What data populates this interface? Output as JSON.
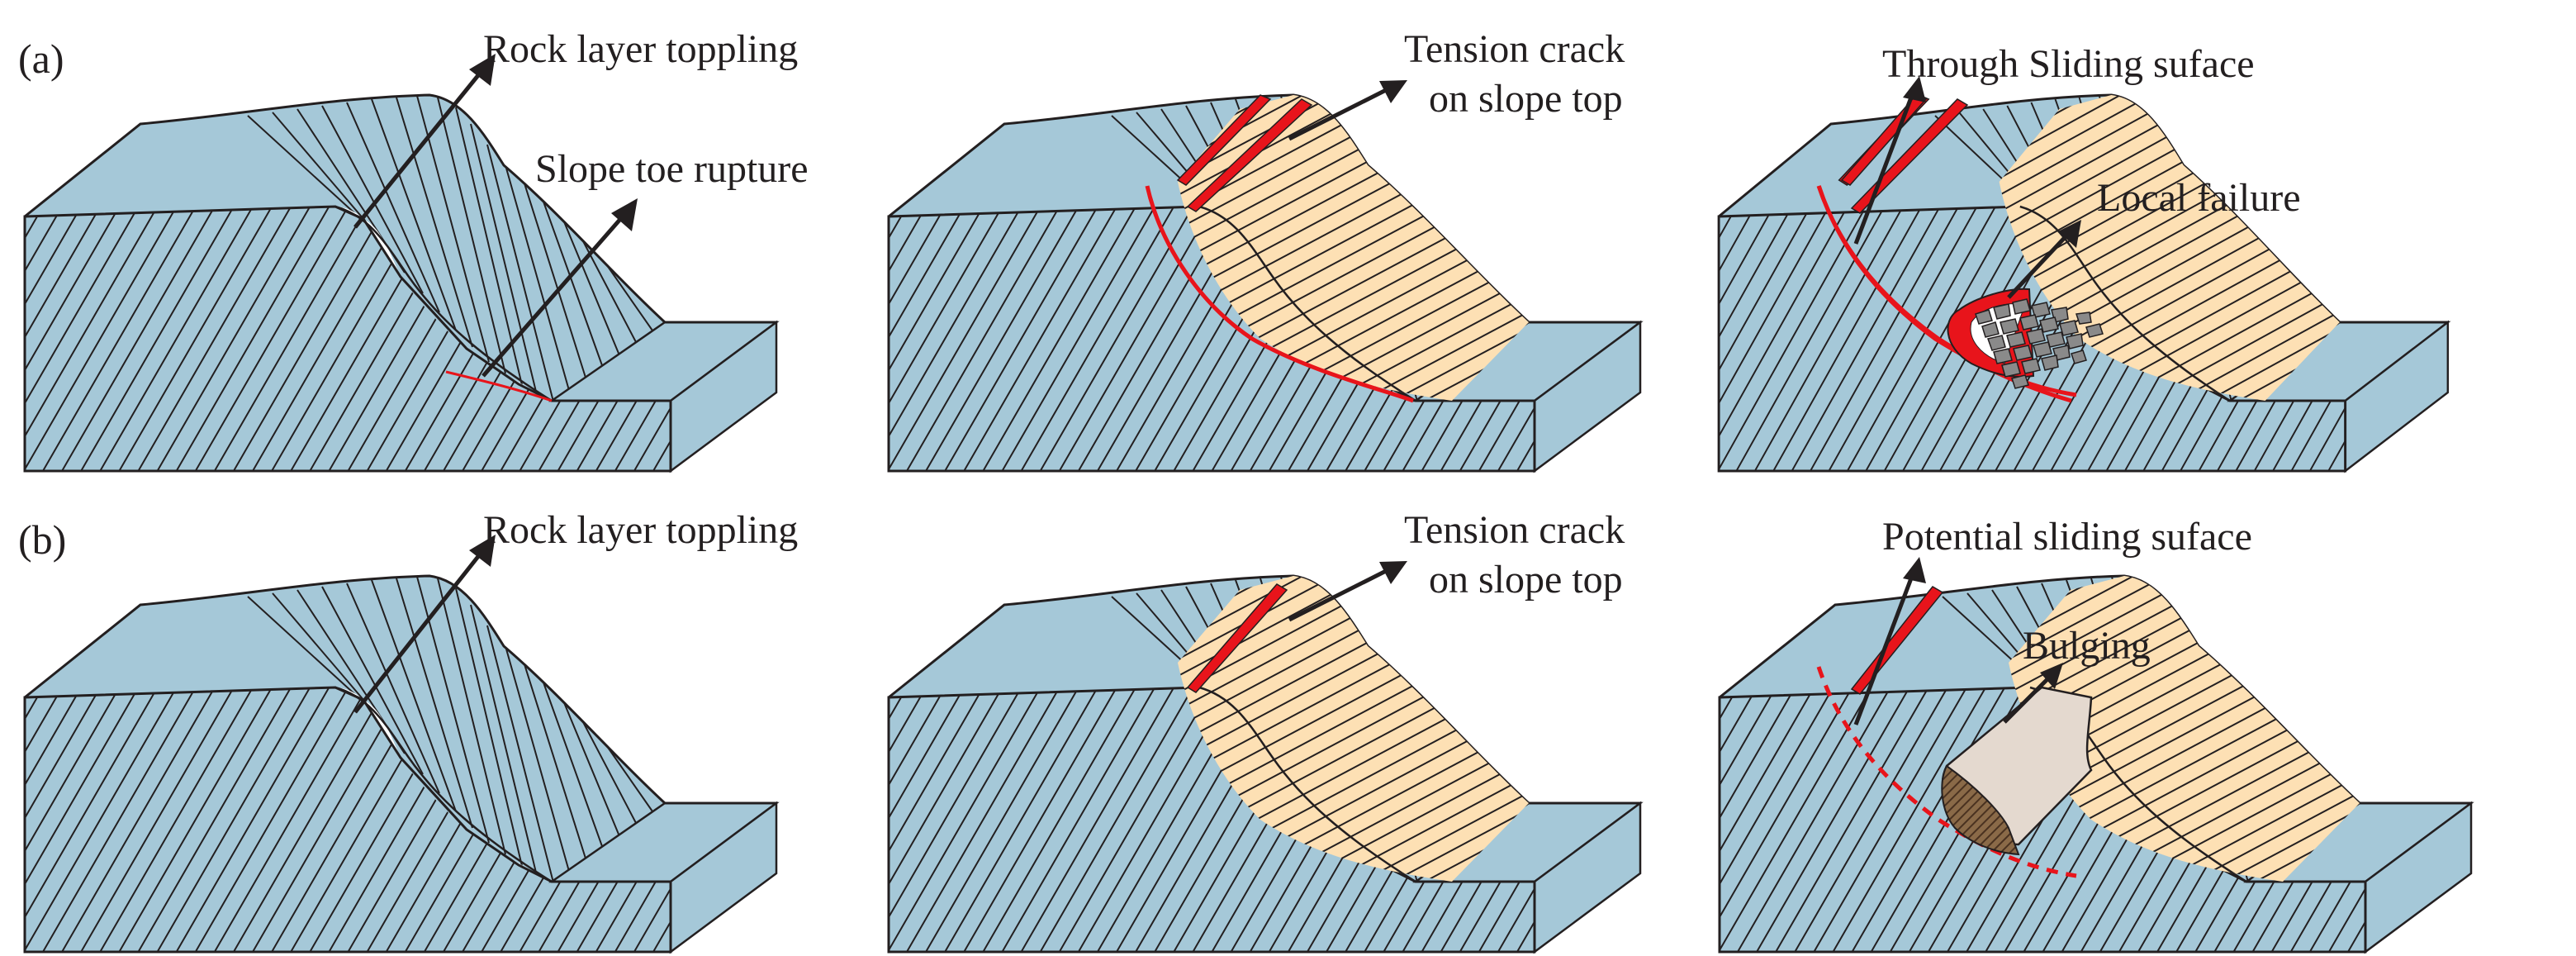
{
  "rows": [
    {
      "label": "(a)",
      "panels": [
        {
          "stage": 1,
          "labels": [
            "Rock layer toppling",
            "Slope toe rupture"
          ],
          "features": [
            "toe-rupture"
          ]
        },
        {
          "stage": 2,
          "labels": [
            "Tension crack",
            "on slope top"
          ],
          "features": [
            "tension-crack",
            "sliding-surface-solid"
          ]
        },
        {
          "stage": 3,
          "labels": [
            "Through Sliding suface",
            "Local failure"
          ],
          "features": [
            "tension-crack",
            "sliding-surface-solid",
            "local-failure-debris"
          ]
        }
      ]
    },
    {
      "label": "(b)",
      "panels": [
        {
          "stage": 1,
          "labels": [
            "Rock layer toppling"
          ],
          "features": []
        },
        {
          "stage": 2,
          "labels": [
            "Tension crack",
            "on slope top"
          ],
          "features": [
            "tension-crack"
          ]
        },
        {
          "stage": 3,
          "labels": [
            "Potential sliding suface",
            "Bulging"
          ],
          "features": [
            "tension-crack",
            "sliding-surface-dashed",
            "bulging-mass"
          ]
        }
      ]
    }
  ],
  "colors": {
    "rock": "#a5c8d8",
    "topple_zone": "#fde0b4",
    "crack": "#e8141b",
    "outline": "#231f20",
    "debris": "#8a8a8a",
    "bulge_light": "#e4d9cf",
    "bulge_dark": "#7a5a3c"
  }
}
